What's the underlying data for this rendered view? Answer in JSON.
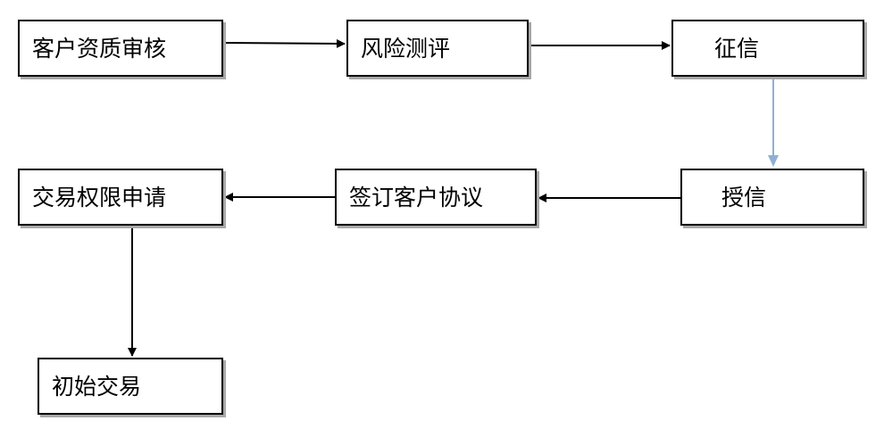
{
  "nodes": {
    "customer_qualification": "客户资质审核",
    "risk_assessment": "风险测评",
    "credit_check": "征信",
    "credit_grant": "授信",
    "customer_agreement": "签订客户协议",
    "trading_permission": "交易权限申请",
    "initial_trade": "初始交易"
  },
  "colors": {
    "line": "#000000",
    "shadow": "#a8a8a8",
    "accent_arrow": "#8fb0d4"
  }
}
